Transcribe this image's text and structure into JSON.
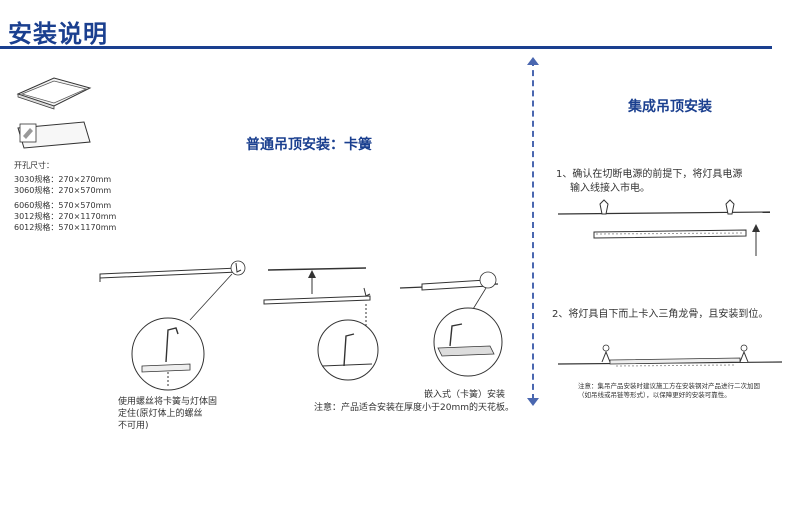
{
  "header": {
    "title": "安装说明"
  },
  "left": {
    "heading": "普通吊顶安装：卡簧",
    "cutout_label": "开孔尺寸：",
    "sizes": [
      "3030规格：270×270mm",
      "3060规格：270×570mm",
      "6060规格：570×570mm",
      "3012规格：270×1170mm",
      "6012规格：570×1170mm"
    ],
    "caption_screw": [
      "使用螺丝将卡簧与灯体固",
      "定住(原灯体上的螺丝",
      "不可用)"
    ],
    "caption_embed": "嵌入式（卡簧）安装",
    "caption_note": "注意：产品适合安装在厚度小于20mm的天花板。"
  },
  "right": {
    "heading": "集成吊顶安装",
    "step1": [
      "1、确认在切断电源的前提下，将灯具电源",
      "输入线接入市电。"
    ],
    "step2": "2、将灯具自下而上卡入三角龙骨，且安装到位。",
    "note": [
      "注意：集吊产品安装时建议施工方在安装钢对产品进行二次加固",
      "（如吊线或吊链等形式），以保障更好的安装可靠性。"
    ]
  }
}
